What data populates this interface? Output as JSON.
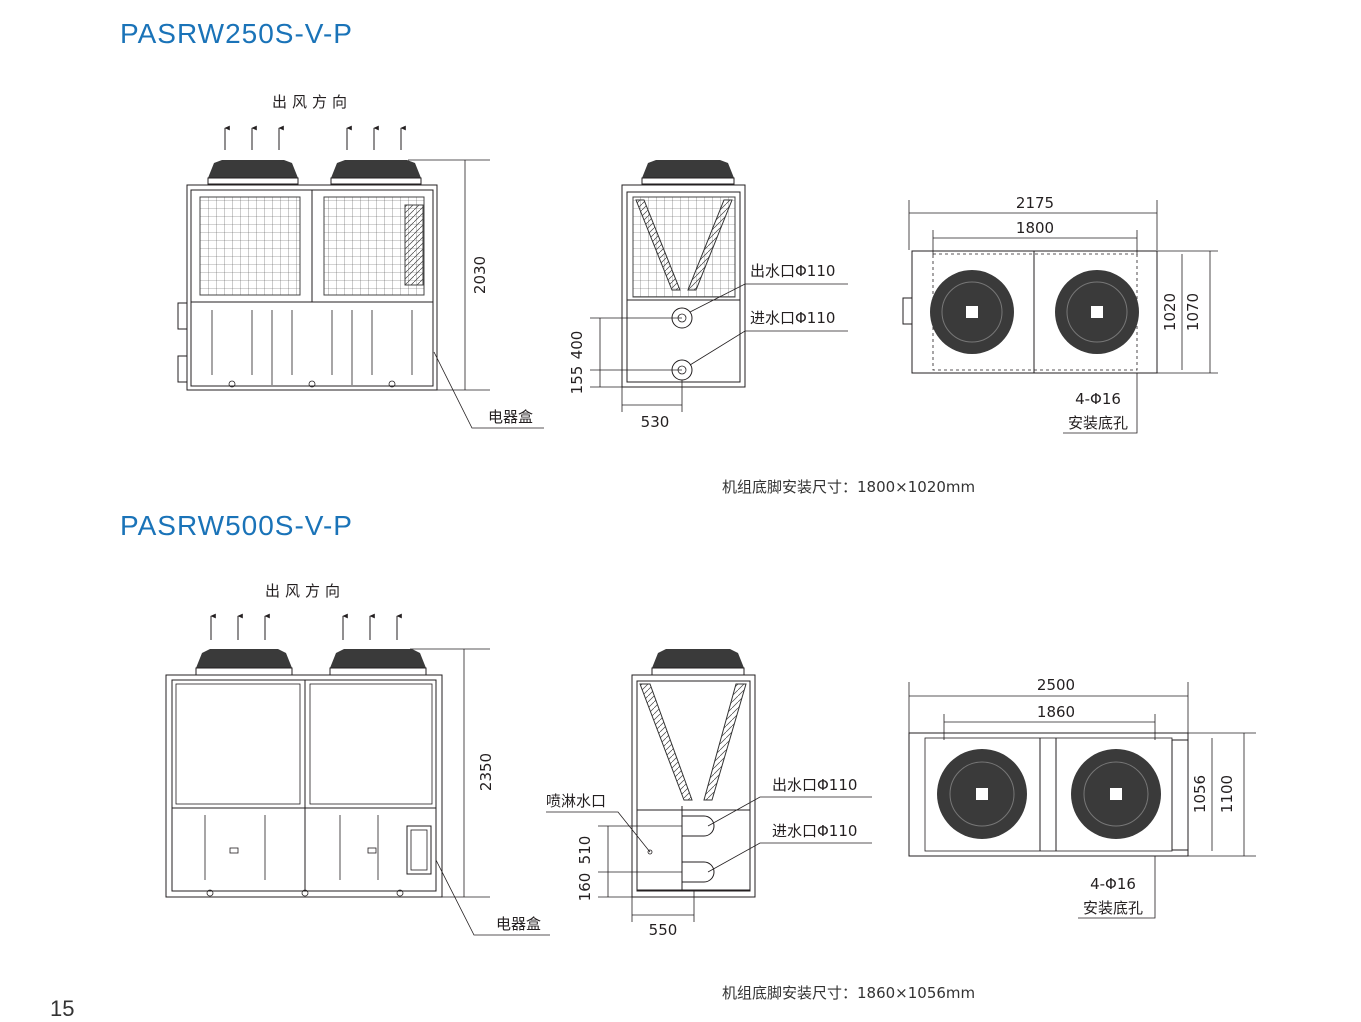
{
  "sections": [
    {
      "model": "PASRW250S-V-P",
      "airflow_label": "出风方向",
      "height_dim": "2030",
      "electric_box_label": "电器盒",
      "outlet_label": "出水口Φ110",
      "inlet_label": "进水口Φ110",
      "side_dim_a": "155",
      "side_dim_b": "400",
      "side_dim_width": "530",
      "top_dim_total": "2175",
      "top_dim_inner": "1800",
      "top_dim_depth_inner": "1020",
      "top_dim_depth_total": "1070",
      "holes_label": "4-Φ16",
      "holes_desc": "安装底孔",
      "install_note": "机组底脚安装尺寸：1800×1020mm"
    },
    {
      "model": "PASRW500S-V-P",
      "airflow_label": "出风方向",
      "height_dim": "2350",
      "electric_box_label": "电器盒",
      "spray_label": "喷淋水口",
      "outlet_label": "出水口Φ110",
      "inlet_label": "进水口Φ110",
      "side_dim_a": "160",
      "side_dim_b": "510",
      "side_dim_width": "550",
      "top_dim_total": "2500",
      "top_dim_inner": "1860",
      "top_dim_depth_inner": "1056",
      "top_dim_depth_total": "1100",
      "holes_label": "4-Φ16",
      "holes_desc": "安装底孔",
      "install_note": "机组底脚安装尺寸：1860×1056mm"
    }
  ],
  "page_number": "15",
  "colors": {
    "title": "#1a73b8",
    "line": "#231f20",
    "fan": "#3a3a3a"
  }
}
